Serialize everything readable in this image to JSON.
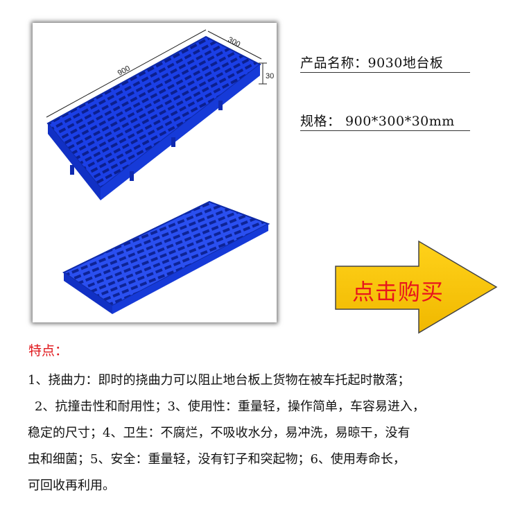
{
  "product_image": {
    "dim_length": "900",
    "dim_width": "300",
    "dim_height": "30"
  },
  "specs": {
    "name_line": "产品名称：9030地台板",
    "size_line": "规格： 900*300*30mm"
  },
  "cta": {
    "label": "点击购买",
    "color": "#f5c500",
    "text_color": "#e8151c"
  },
  "features": {
    "title": "特点：",
    "lines": [
      "1、挠曲力：即时的挠曲力可以阻止地台板上货物在被车托起时散落；",
      " 2、抗撞击性和耐用性；3、使用性：重量轻，操作简单，车容易进入，",
      "稳定的尺寸；4、卫生：不腐烂，不吸收水分，易冲洗，易晾干，没有",
      "虫和细菌；5、安全：重量轻，没有钉子和突起物；6、使用寿命长，",
      "可回收再利用。"
    ]
  },
  "colors": {
    "pallet_blue": "#1a3fe0",
    "title_red": "#e0161b"
  }
}
